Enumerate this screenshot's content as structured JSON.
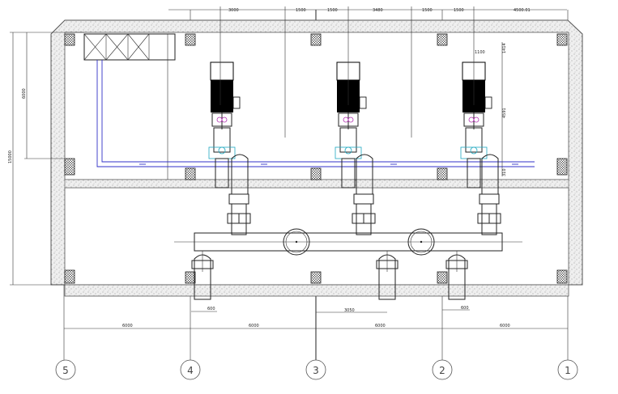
{
  "axes": [
    "5",
    "4",
    "3",
    "2",
    "1"
  ],
  "dims": {
    "top": [
      "3000",
      "1500",
      "1500",
      "3480",
      "1500",
      "1500",
      "4500.01"
    ],
    "bottom": [
      "6000",
      "6000",
      "6000",
      "6000"
    ],
    "left_outer": "15000",
    "left_inner": "6000",
    "right_small": [
      "1100",
      "1414",
      "4591",
      "310"
    ],
    "pipe_left": "600",
    "pipe_mid": "3050",
    "pipe_right": "600"
  },
  "colors": {
    "line": "#222222",
    "wall_fill": "#eeeeee",
    "blue_pipe": "#3030c8",
    "cyan": "#20a8c0",
    "magenta": "#b030b0"
  }
}
